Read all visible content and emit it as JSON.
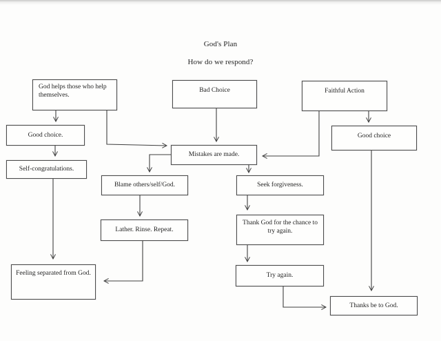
{
  "page": {
    "title": "God's Plan",
    "subtitle": "How do we respond?"
  },
  "flowchart": {
    "nodes": {
      "god_helps": {
        "label": "God helps those who help themselves."
      },
      "bad_choice": {
        "label": "Bad Choice"
      },
      "faithful_action": {
        "label": "Faithful Action"
      },
      "good_choice_left": {
        "label": "Good choice."
      },
      "good_choice_right": {
        "label": "Good choice"
      },
      "mistakes": {
        "label": "Mistakes are made."
      },
      "self_congratulations": {
        "label": "Self-congratulations."
      },
      "blame": {
        "label": "Blame others/self/God."
      },
      "seek_forgiveness": {
        "label": "Seek forgiveness."
      },
      "lather": {
        "label": "Lather. Rinse. Repeat."
      },
      "thank_god": {
        "label": "Thank God for the chance to try again."
      },
      "try_again": {
        "label": "Try again."
      },
      "feeling_separated": {
        "label": "Feeling separated from God."
      },
      "thanks_be": {
        "label": "Thanks be to God."
      }
    },
    "edges": [
      {
        "from": "god_helps",
        "to": "good_choice_left"
      },
      {
        "from": "good_choice_left",
        "to": "self_congratulations"
      },
      {
        "from": "self_congratulations",
        "to": "feeling_separated"
      },
      {
        "from": "god_helps",
        "to": "mistakes"
      },
      {
        "from": "bad_choice",
        "to": "mistakes"
      },
      {
        "from": "faithful_action",
        "to": "mistakes"
      },
      {
        "from": "faithful_action",
        "to": "good_choice_right"
      },
      {
        "from": "mistakes",
        "to": "blame"
      },
      {
        "from": "mistakes",
        "to": "seek_forgiveness"
      },
      {
        "from": "blame",
        "to": "lather"
      },
      {
        "from": "lather",
        "to": "feeling_separated"
      },
      {
        "from": "seek_forgiveness",
        "to": "thank_god"
      },
      {
        "from": "thank_god",
        "to": "try_again"
      },
      {
        "from": "try_again",
        "to": "thanks_be"
      },
      {
        "from": "good_choice_right",
        "to": "thanks_be"
      }
    ]
  },
  "colors": {
    "ink": "#3e3e3e",
    "paper": "#fdfdfc"
  }
}
